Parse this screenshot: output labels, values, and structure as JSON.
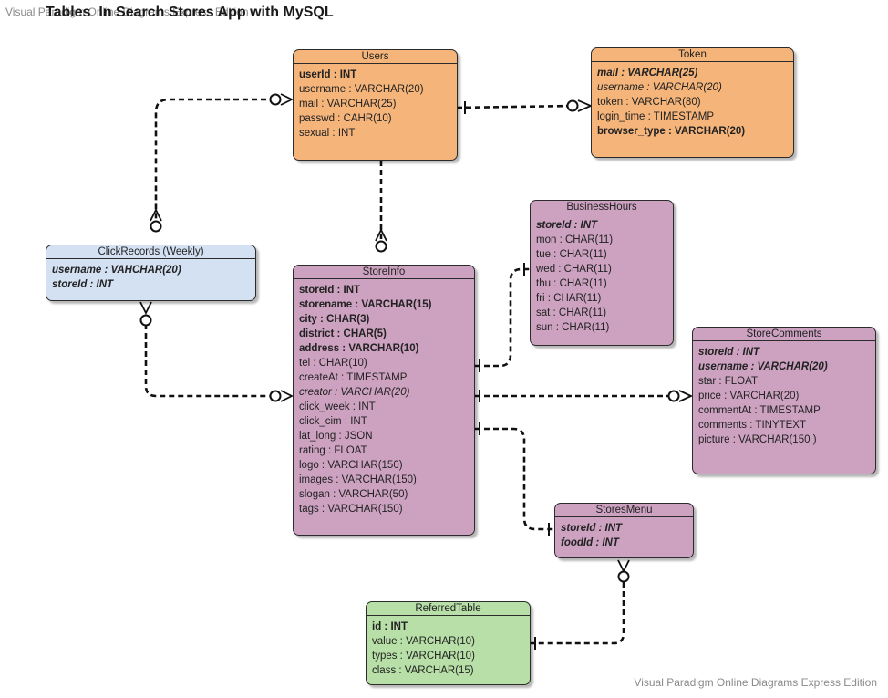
{
  "watermark_top": "Visual Paradigm Online Diagrams Express Edition",
  "watermark_bottom": "Visual Paradigm Online Diagrams Express Edition",
  "title": "Tables  In Search Stores App with MySQL",
  "colors": {
    "orange": "#f4b47a",
    "pink": "#cda2c1",
    "blue": "#d4e1f3",
    "green": "#b7dfa7",
    "line": "#111111"
  },
  "entities": {
    "users": {
      "name": "Users",
      "fields": [
        {
          "text": "userId : INT",
          "style": "b"
        },
        {
          "text": "username :  VARCHAR(20)",
          "style": ""
        },
        {
          "text": "mail : VARCHAR(25)",
          "style": ""
        },
        {
          "text": "passwd : CAHR(10)",
          "style": ""
        },
        {
          "text": "sexual : INT",
          "style": ""
        }
      ]
    },
    "token": {
      "name": "Token",
      "fields": [
        {
          "text": "mail : VARCHAR(25)",
          "style": "b i"
        },
        {
          "text": "username : VARCHAR(20)",
          "style": "i"
        },
        {
          "text": "token : VARCHAR(80)",
          "style": ""
        },
        {
          "text": "login_time : TIMESTAMP",
          "style": ""
        },
        {
          "text": "browser_type : VARCHAR(20)",
          "style": "b"
        }
      ]
    },
    "business_hours": {
      "name": "BusinessHours",
      "fields": [
        {
          "text": "storeId : INT",
          "style": "b i"
        },
        {
          "text": "mon : CHAR(11)",
          "style": ""
        },
        {
          "text": "tue : CHAR(11)",
          "style": ""
        },
        {
          "text": "wed : CHAR(11)",
          "style": ""
        },
        {
          "text": "thu : CHAR(11)",
          "style": ""
        },
        {
          "text": "fri : CHAR(11)",
          "style": ""
        },
        {
          "text": "sat : CHAR(11)",
          "style": ""
        },
        {
          "text": "sun : CHAR(11)",
          "style": ""
        }
      ]
    },
    "click_records": {
      "name": "ClickRecords (Weekly)",
      "fields": [
        {
          "text": "username : VAHCHAR(20)",
          "style": "b i"
        },
        {
          "text": "storeId : INT",
          "style": "b i"
        }
      ]
    },
    "store_info": {
      "name": "StoreInfo",
      "fields": [
        {
          "text": "storeId : INT",
          "style": "b"
        },
        {
          "text": "storename : VARCHAR(15)",
          "style": "b"
        },
        {
          "text": "city : CHAR(3)",
          "style": "b"
        },
        {
          "text": "district : CHAR(5)",
          "style": "b"
        },
        {
          "text": "address : VARCHAR(10)",
          "style": "b"
        },
        {
          "text": "tel : CHAR(10)",
          "style": ""
        },
        {
          "text": "createAt : TIMESTAMP",
          "style": ""
        },
        {
          "text": "creator : VARCHAR(20)",
          "style": "i"
        },
        {
          "text": "click_week : INT",
          "style": ""
        },
        {
          "text": "click_cim : INT",
          "style": ""
        },
        {
          "text": "lat_long : JSON",
          "style": ""
        },
        {
          "text": "rating : FLOAT",
          "style": ""
        },
        {
          "text": "logo : VARCHAR(150)",
          "style": ""
        },
        {
          "text": "images : VARCHAR(150)",
          "style": ""
        },
        {
          "text": "slogan : VARCHAR(50)",
          "style": ""
        },
        {
          "text": "tags : VARCHAR(150)",
          "style": ""
        }
      ]
    },
    "store_comments": {
      "name": "StoreComments",
      "fields": [
        {
          "text": "storeId : INT",
          "style": "b i"
        },
        {
          "text": "username : VARCHAR(20)",
          "style": "b i"
        },
        {
          "text": "star : FLOAT",
          "style": ""
        },
        {
          "text": "price : VARCHAR(20)",
          "style": ""
        },
        {
          "text": "commentAt : TIMESTAMP",
          "style": ""
        },
        {
          "text": "comments : TINYTEXT",
          "style": ""
        },
        {
          "text": "picture : VARCHAR(150 )",
          "style": ""
        }
      ]
    },
    "stores_menu": {
      "name": "StoresMenu",
      "fields": [
        {
          "text": "storeId : INT",
          "style": "b i"
        },
        {
          "text": "foodId : INT",
          "style": "b i"
        }
      ]
    },
    "referred_table": {
      "name": "ReferredTable",
      "fields": [
        {
          "text": "id : INT",
          "style": "b"
        },
        {
          "text": "value : VARCHAR(10)",
          "style": ""
        },
        {
          "text": "types : VARCHAR(10)",
          "style": ""
        },
        {
          "text": "class : VARCHAR(15)",
          "style": ""
        }
      ]
    }
  }
}
